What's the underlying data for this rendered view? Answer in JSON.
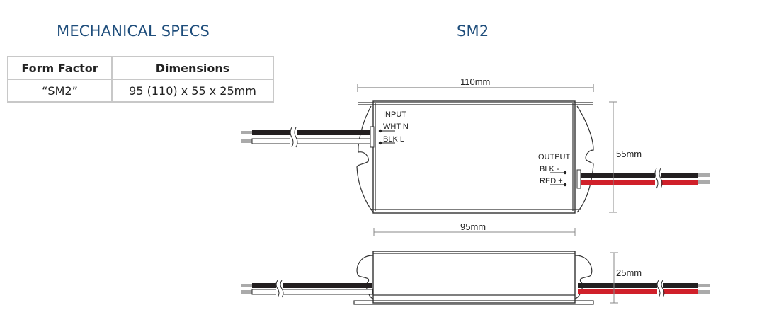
{
  "heading": "MECHANICAL SPECS",
  "model_heading": "SM2",
  "table": {
    "headers": [
      "Form Factor",
      "Dimensions"
    ],
    "rows": [
      [
        "“SM2”",
        "95 (110) x 55 x 25mm"
      ]
    ]
  },
  "drawing": {
    "dim_overall_length": "110mm",
    "dim_body_length": "95mm",
    "dim_width": "55mm",
    "dim_height": "25mm",
    "input_label": "INPUT",
    "input_wht": "WHT N",
    "input_blk": "BLK L",
    "output_label": "OUTPUT",
    "output_blk": "BLK -",
    "output_red": "RED +"
  },
  "colors": {
    "heading": "#1e4d7b",
    "wire_red": "#d0202a",
    "wire_black": "#231f20",
    "wire_tip": "#aaaaaa"
  }
}
